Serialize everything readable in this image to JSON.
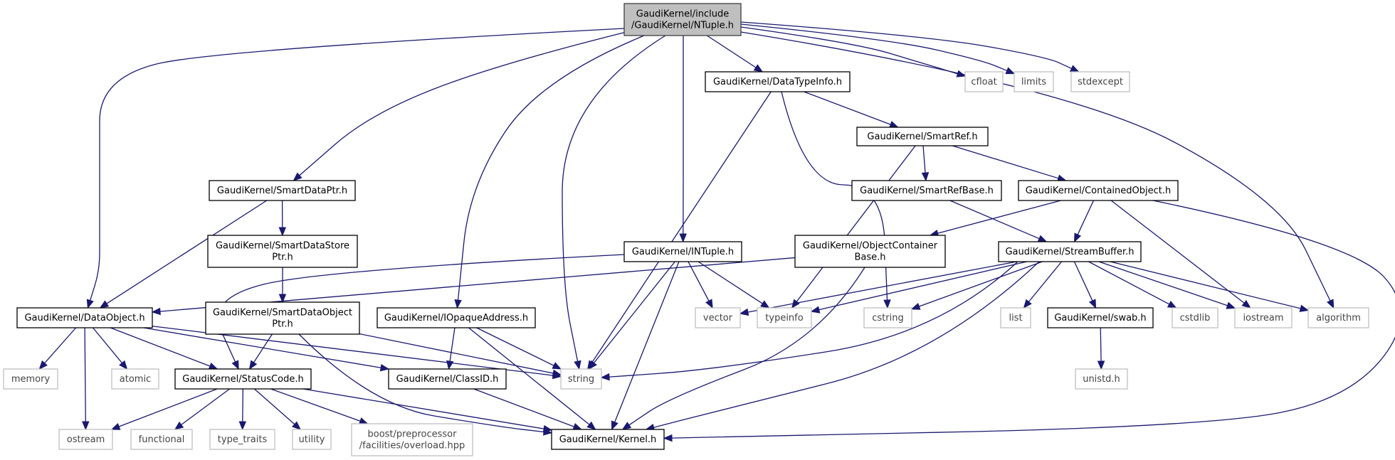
{
  "graph": {
    "title": "GaudiKernel/include/GaudiKernel/NTuple.h include dependency graph",
    "colors": {
      "edge": "#191970",
      "root_fill": "#bfbfbf",
      "root_stroke": "#404040",
      "internal_stroke": "#000000",
      "external_stroke": "#bfbfbf",
      "node_fill": "#ffffff"
    },
    "nodes": [
      {
        "id": "root",
        "kind": "root",
        "lines": [
          "GaudiKernel/include",
          "/GaudiKernel/NTuple.h"
        ]
      },
      {
        "id": "DataTypeInfo",
        "kind": "internal",
        "lines": [
          "GaudiKernel/DataTypeInfo.h"
        ]
      },
      {
        "id": "cfloat",
        "kind": "external",
        "lines": [
          "cfloat"
        ]
      },
      {
        "id": "limits",
        "kind": "external",
        "lines": [
          "limits"
        ]
      },
      {
        "id": "stdexcept",
        "kind": "external",
        "lines": [
          "stdexcept"
        ]
      },
      {
        "id": "SmartRef",
        "kind": "internal",
        "lines": [
          "GaudiKernel/SmartRef.h"
        ]
      },
      {
        "id": "SmartDataPtr",
        "kind": "internal",
        "lines": [
          "GaudiKernel/SmartDataPtr.h"
        ]
      },
      {
        "id": "SmartRefBase",
        "kind": "internal",
        "lines": [
          "GaudiKernel/SmartRefBase.h"
        ]
      },
      {
        "id": "ContainedObject",
        "kind": "internal",
        "lines": [
          "GaudiKernel/ContainedObject.h"
        ]
      },
      {
        "id": "SmartDataStorePtr",
        "kind": "internal",
        "lines": [
          "GaudiKernel/SmartDataStore",
          "Ptr.h"
        ]
      },
      {
        "id": "INTuple",
        "kind": "internal",
        "lines": [
          "GaudiKernel/INTuple.h"
        ]
      },
      {
        "id": "ObjectContainerBase",
        "kind": "internal",
        "lines": [
          "GaudiKernel/ObjectContainer",
          "Base.h"
        ]
      },
      {
        "id": "StreamBuffer",
        "kind": "internal",
        "lines": [
          "GaudiKernel/StreamBuffer.h"
        ]
      },
      {
        "id": "DataObject",
        "kind": "internal",
        "lines": [
          "GaudiKernel/DataObject.h"
        ]
      },
      {
        "id": "SmartDataObjectPtr",
        "kind": "internal",
        "lines": [
          "GaudiKernel/SmartDataObject",
          "Ptr.h"
        ]
      },
      {
        "id": "IOpaqueAddress",
        "kind": "internal",
        "lines": [
          "GaudiKernel/IOpaqueAddress.h"
        ]
      },
      {
        "id": "vector",
        "kind": "external",
        "lines": [
          "vector"
        ]
      },
      {
        "id": "typeinfo",
        "kind": "external",
        "lines": [
          "typeinfo"
        ]
      },
      {
        "id": "cstring",
        "kind": "external",
        "lines": [
          "cstring"
        ]
      },
      {
        "id": "list",
        "kind": "external",
        "lines": [
          "list"
        ]
      },
      {
        "id": "swab",
        "kind": "internal",
        "lines": [
          "GaudiKernel/swab.h"
        ]
      },
      {
        "id": "cstdlib",
        "kind": "external",
        "lines": [
          "cstdlib"
        ]
      },
      {
        "id": "iostream",
        "kind": "external",
        "lines": [
          "iostream"
        ]
      },
      {
        "id": "algorithm",
        "kind": "external",
        "lines": [
          "algorithm"
        ]
      },
      {
        "id": "memory",
        "kind": "external",
        "lines": [
          "memory"
        ]
      },
      {
        "id": "atomic",
        "kind": "external",
        "lines": [
          "atomic"
        ]
      },
      {
        "id": "StatusCode",
        "kind": "internal",
        "lines": [
          "GaudiKernel/StatusCode.h"
        ]
      },
      {
        "id": "ClassID",
        "kind": "internal",
        "lines": [
          "GaudiKernel/ClassID.h"
        ]
      },
      {
        "id": "string",
        "kind": "external",
        "lines": [
          "string"
        ]
      },
      {
        "id": "unistd",
        "kind": "external",
        "lines": [
          "unistd.h"
        ]
      },
      {
        "id": "ostream",
        "kind": "external",
        "lines": [
          "ostream"
        ]
      },
      {
        "id": "functional",
        "kind": "external",
        "lines": [
          "functional"
        ]
      },
      {
        "id": "type_traits",
        "kind": "external",
        "lines": [
          "type_traits"
        ]
      },
      {
        "id": "utility",
        "kind": "external",
        "lines": [
          "utility"
        ]
      },
      {
        "id": "boost_overload",
        "kind": "external",
        "lines": [
          "boost/preprocessor",
          "/facilities/overload.hpp"
        ]
      },
      {
        "id": "Kernel",
        "kind": "internal",
        "lines": [
          "GaudiKernel/Kernel.h"
        ]
      }
    ],
    "edges": [
      [
        "root",
        "DataObject"
      ],
      [
        "root",
        "SmartDataPtr"
      ],
      [
        "root",
        "IOpaqueAddress"
      ],
      [
        "root",
        "string"
      ],
      [
        "root",
        "INTuple"
      ],
      [
        "root",
        "DataTypeInfo"
      ],
      [
        "root",
        "algorithm"
      ],
      [
        "root",
        "cfloat"
      ],
      [
        "root",
        "limits"
      ],
      [
        "root",
        "stdexcept"
      ],
      [
        "DataTypeInfo",
        "string"
      ],
      [
        "DataTypeInfo",
        "cstring"
      ],
      [
        "DataTypeInfo",
        "SmartRef"
      ],
      [
        "SmartRef",
        "typeinfo"
      ],
      [
        "SmartRef",
        "SmartRefBase"
      ],
      [
        "SmartRef",
        "ContainedObject"
      ],
      [
        "SmartRefBase",
        "StreamBuffer"
      ],
      [
        "ContainedObject",
        "ObjectContainerBase"
      ],
      [
        "ContainedObject",
        "StreamBuffer"
      ],
      [
        "ContainedObject",
        "iostream"
      ],
      [
        "ContainedObject",
        "Kernel"
      ],
      [
        "SmartDataPtr",
        "SmartDataStorePtr"
      ],
      [
        "SmartDataPtr",
        "DataObject"
      ],
      [
        "SmartDataStorePtr",
        "SmartDataObjectPtr"
      ],
      [
        "INTuple",
        "StatusCode"
      ],
      [
        "INTuple",
        "vector"
      ],
      [
        "INTuple",
        "typeinfo"
      ],
      [
        "INTuple",
        "string"
      ],
      [
        "INTuple",
        "Kernel"
      ],
      [
        "ObjectContainerBase",
        "DataObject"
      ],
      [
        "ObjectContainerBase",
        "Kernel"
      ],
      [
        "StreamBuffer",
        "vector"
      ],
      [
        "StreamBuffer",
        "typeinfo"
      ],
      [
        "StreamBuffer",
        "cstring"
      ],
      [
        "StreamBuffer",
        "string"
      ],
      [
        "StreamBuffer",
        "list"
      ],
      [
        "StreamBuffer",
        "swab"
      ],
      [
        "StreamBuffer",
        "cstdlib"
      ],
      [
        "StreamBuffer",
        "iostream"
      ],
      [
        "StreamBuffer",
        "algorithm"
      ],
      [
        "StreamBuffer",
        "Kernel"
      ],
      [
        "swab",
        "unistd"
      ],
      [
        "DataObject",
        "memory"
      ],
      [
        "DataObject",
        "ostream"
      ],
      [
        "DataObject",
        "atomic"
      ],
      [
        "DataObject",
        "StatusCode"
      ],
      [
        "DataObject",
        "ClassID"
      ],
      [
        "DataObject",
        "string"
      ],
      [
        "SmartDataObjectPtr",
        "StatusCode"
      ],
      [
        "SmartDataObjectPtr",
        "string"
      ],
      [
        "SmartDataObjectPtr",
        "Kernel"
      ],
      [
        "IOpaqueAddress",
        "ClassID"
      ],
      [
        "IOpaqueAddress",
        "string"
      ],
      [
        "IOpaqueAddress",
        "Kernel"
      ],
      [
        "StatusCode",
        "ostream"
      ],
      [
        "StatusCode",
        "functional"
      ],
      [
        "StatusCode",
        "type_traits"
      ],
      [
        "StatusCode",
        "utility"
      ],
      [
        "StatusCode",
        "boost_overload"
      ],
      [
        "StatusCode",
        "Kernel"
      ],
      [
        "ClassID",
        "Kernel"
      ]
    ]
  }
}
